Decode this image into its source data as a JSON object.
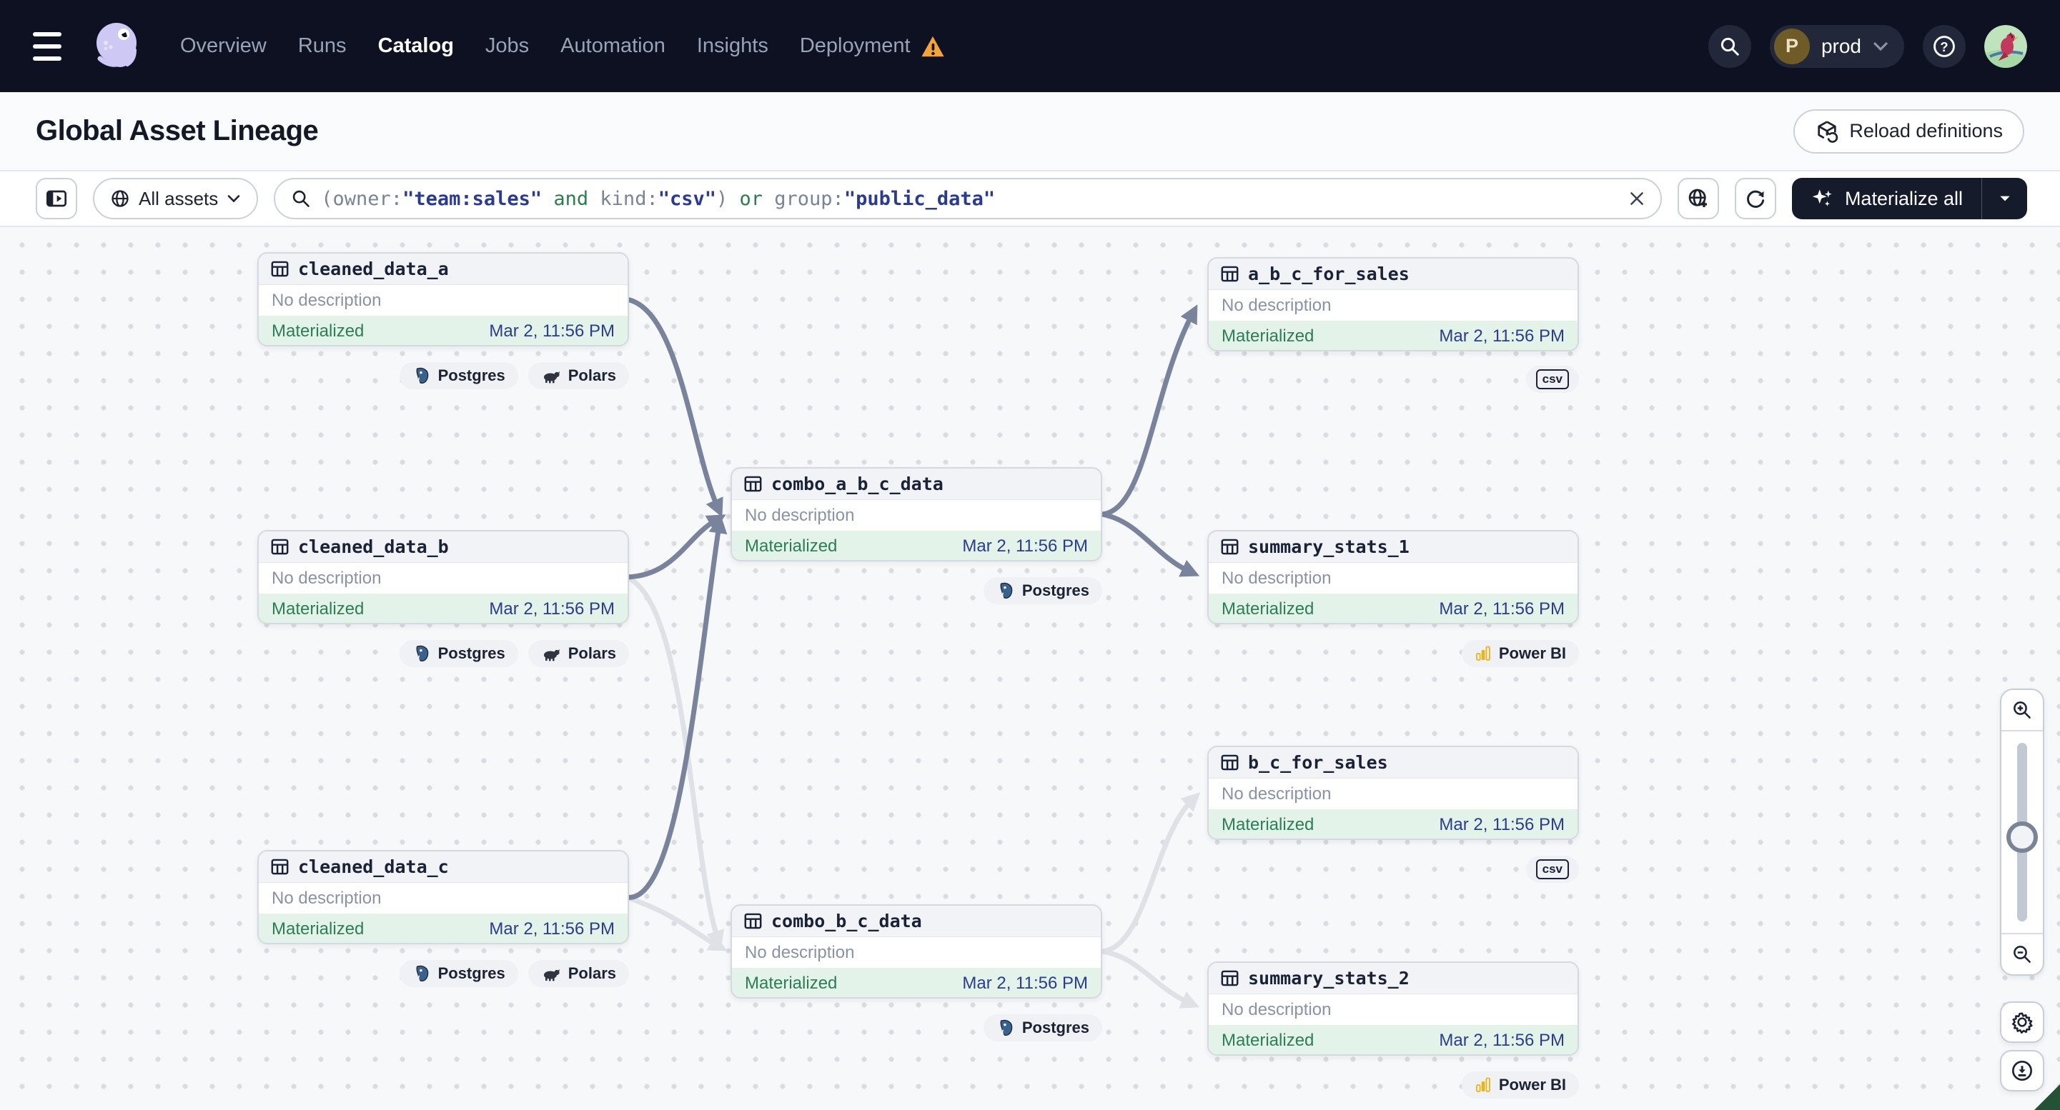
{
  "nav": {
    "items": [
      {
        "label": "Overview"
      },
      {
        "label": "Runs"
      },
      {
        "label": "Catalog"
      },
      {
        "label": "Jobs"
      },
      {
        "label": "Automation"
      },
      {
        "label": "Insights"
      },
      {
        "label": "Deployment"
      }
    ],
    "active_item": "Catalog",
    "environment": {
      "initial": "P",
      "name": "prod"
    }
  },
  "page": {
    "title": "Global Asset Lineage"
  },
  "actions": {
    "reload_label": "Reload definitions",
    "materialize_label": "Materialize all"
  },
  "filters": {
    "scope_label": "All assets",
    "query_segments": [
      {
        "text": "(owner:",
        "kind": "plain"
      },
      {
        "text": "\"team:sales\"",
        "kind": "value"
      },
      {
        "text": " and ",
        "kind": "op"
      },
      {
        "text": "kind:",
        "kind": "plain"
      },
      {
        "text": "\"csv\"",
        "kind": "value"
      },
      {
        "text": ") ",
        "kind": "plain"
      },
      {
        "text": "or ",
        "kind": "op"
      },
      {
        "text": "group:",
        "kind": "plain"
      },
      {
        "text": "\"public_data\"",
        "kind": "value"
      }
    ]
  },
  "graph": {
    "nodes": [
      {
        "name": "cleaned_data_a",
        "description": "No description",
        "status": "Materialized",
        "timestamp": "Mar 2, 11:56 PM",
        "badges": [
          {
            "label": "Postgres"
          },
          {
            "label": "Polars"
          }
        ]
      },
      {
        "name": "cleaned_data_b",
        "description": "No description",
        "status": "Materialized",
        "timestamp": "Mar 2, 11:56 PM",
        "badges": [
          {
            "label": "Postgres"
          },
          {
            "label": "Polars"
          }
        ]
      },
      {
        "name": "cleaned_data_c",
        "description": "No description",
        "status": "Materialized",
        "timestamp": "Mar 2, 11:56 PM",
        "badges": [
          {
            "label": "Postgres"
          },
          {
            "label": "Polars"
          }
        ]
      },
      {
        "name": "combo_a_b_c_data",
        "description": "No description",
        "status": "Materialized",
        "timestamp": "Mar 2, 11:56 PM",
        "badges": [
          {
            "label": "Postgres"
          }
        ]
      },
      {
        "name": "combo_b_c_data",
        "description": "No description",
        "status": "Materialized",
        "timestamp": "Mar 2, 11:56 PM",
        "badges": [
          {
            "label": "Postgres"
          }
        ]
      },
      {
        "name": "a_b_c_for_sales",
        "description": "No description",
        "status": "Materialized",
        "timestamp": "Mar 2, 11:56 PM",
        "badges": [
          {
            "label": "csv"
          }
        ]
      },
      {
        "name": "summary_stats_1",
        "description": "No description",
        "status": "Materialized",
        "timestamp": "Mar 2, 11:56 PM",
        "badges": [
          {
            "label": "Power BI"
          }
        ]
      },
      {
        "name": "b_c_for_sales",
        "description": "No description",
        "status": "Materialized",
        "timestamp": "Mar 2, 11:56 PM",
        "badges": [
          {
            "label": "csv"
          }
        ]
      },
      {
        "name": "summary_stats_2",
        "description": "No description",
        "status": "Materialized",
        "timestamp": "Mar 2, 11:56 PM",
        "badges": [
          {
            "label": "Power BI"
          }
        ]
      }
    ],
    "edges": [
      {
        "from": "cleaned_data_a",
        "to": "combo_a_b_c_data",
        "emphasis": "strong"
      },
      {
        "from": "cleaned_data_b",
        "to": "combo_a_b_c_data",
        "emphasis": "strong"
      },
      {
        "from": "cleaned_data_c",
        "to": "combo_a_b_c_data",
        "emphasis": "strong"
      },
      {
        "from": "cleaned_data_b",
        "to": "combo_b_c_data",
        "emphasis": "faint"
      },
      {
        "from": "cleaned_data_c",
        "to": "combo_b_c_data",
        "emphasis": "faint"
      },
      {
        "from": "combo_a_b_c_data",
        "to": "a_b_c_for_sales",
        "emphasis": "strong"
      },
      {
        "from": "combo_a_b_c_data",
        "to": "summary_stats_1",
        "emphasis": "strong"
      },
      {
        "from": "combo_b_c_data",
        "to": "b_c_for_sales",
        "emphasis": "faint"
      },
      {
        "from": "combo_b_c_data",
        "to": "summary_stats_2",
        "emphasis": "faint"
      }
    ]
  },
  "colors": {
    "topnav_bg": "#0D1121",
    "warning_orange": "#F2A33C",
    "materialized_green": "#2D7D55",
    "materialized_bg": "#E4F3EA",
    "timestamp_blue": "#2B3C8C",
    "edge_strong": "#79839B",
    "edge_faint": "#DEE1E6",
    "postgres_blue": "#39628C",
    "powerbi_yellow": "#E8B417"
  }
}
